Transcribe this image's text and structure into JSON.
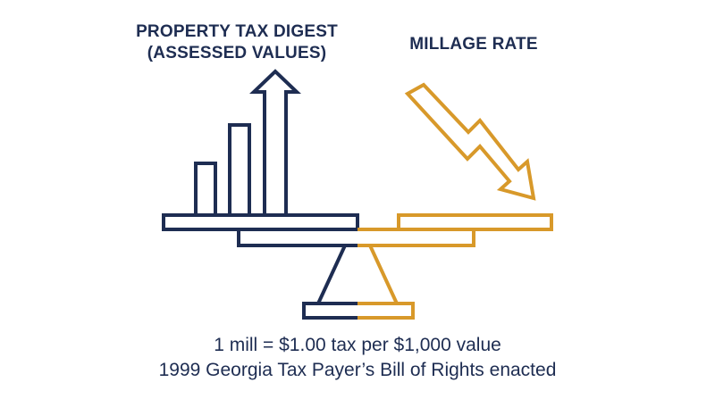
{
  "labels": {
    "left_line1": "PROPERTY TAX DIGEST",
    "left_line2": "(ASSESSED VALUES)",
    "right": "MILLAGE RATE"
  },
  "caption": {
    "line1": "1 mill = $1.00 tax per $1,000 value",
    "line2": "1999 Georgia Tax Payer’s Bill of Rights enacted"
  },
  "colors": {
    "navy": "#1e2d52",
    "gold": "#d8992a",
    "text": "#1e2d52"
  },
  "icons": {
    "left_arrow": "up-arrow-icon",
    "right_arrow": "down-zigzag-arrow-icon",
    "bars": "bar-chart-icon",
    "scale": "balance-scale-icon"
  }
}
